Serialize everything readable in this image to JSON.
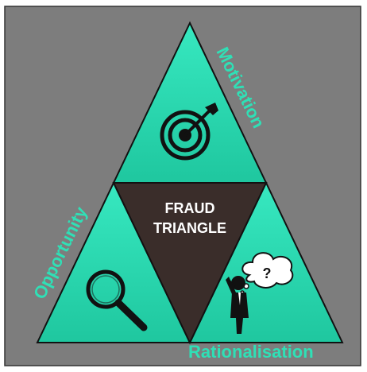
{
  "center": {
    "line1": "FRAUD",
    "line2": "TRIANGLE"
  },
  "sides": {
    "top": "Motivation",
    "left": "Opportunity",
    "right": "Rationalisation"
  },
  "icons": {
    "top": "target-icon",
    "left": "magnifier-icon",
    "right": "confused-person-icon"
  },
  "colors": {
    "background": "#7d7d7d",
    "triangle": "#2fe0b6",
    "center": "#3a2d2a",
    "label": "#2fe0b6",
    "center_text": "#ffffff",
    "icon": "#111111"
  }
}
